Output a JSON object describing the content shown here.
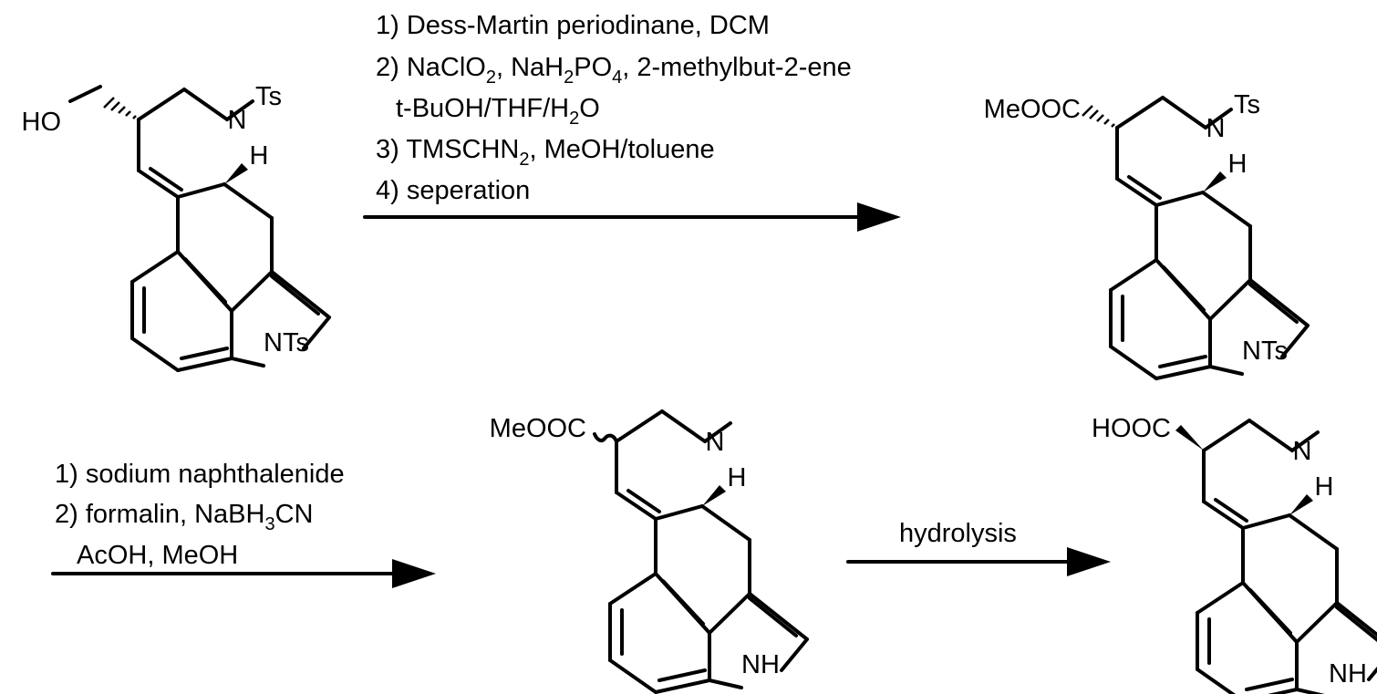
{
  "colors": {
    "ink": "#000000",
    "background": "#ffffff"
  },
  "step1": {
    "conditions": [
      {
        "parts": [
          {
            "t": "1) Dess-Martin periodinane, DCM"
          }
        ]
      },
      {
        "parts": [
          {
            "t": "2) NaClO"
          },
          {
            "t": "2",
            "sub": true
          },
          {
            "t": ", NaH"
          },
          {
            "t": "2",
            "sub": true
          },
          {
            "t": "PO"
          },
          {
            "t": "4",
            "sub": true
          },
          {
            "t": ", 2-methylbut-2-ene"
          }
        ]
      },
      {
        "parts": [
          {
            "t": "t-BuOH/THF/H"
          },
          {
            "t": "2",
            "sub": true
          },
          {
            "t": "O"
          }
        ]
      },
      {
        "parts": [
          {
            "t": "3) TMSCHN"
          },
          {
            "t": "2",
            "sub": true
          },
          {
            "t": ", MeOH/toluene"
          }
        ]
      },
      {
        "parts": [
          {
            "t": "4) seperation"
          }
        ]
      }
    ]
  },
  "step2": {
    "conditions": [
      {
        "parts": [
          {
            "t": "1) sodium naphthalenide"
          }
        ]
      },
      {
        "parts": [
          {
            "t": "2) formalin, NaBH"
          },
          {
            "t": "3",
            "sub": true
          },
          {
            "t": "CN"
          }
        ]
      },
      {
        "parts": [
          {
            "t": "AcOH, MeOH"
          }
        ]
      }
    ]
  },
  "step3": {
    "label": "hydrolysis"
  },
  "compounds": {
    "start": {
      "substituent": "HO",
      "n_group": "Ts",
      "n_label": "N",
      "h_label": "H",
      "indole_n": "NTs"
    },
    "ester_ts": {
      "substituent": "MeOOC",
      "n_group": "Ts",
      "n_label": "N",
      "h_label": "H",
      "indole_n": "NTs"
    },
    "ester_me": {
      "substituent": "MeOOC",
      "n_label": "N",
      "h_label": "H",
      "indole_n": "NH"
    },
    "acid": {
      "substituent": "HOOC",
      "n_label": "N",
      "h_label": "H",
      "indole_n": "NH"
    }
  }
}
